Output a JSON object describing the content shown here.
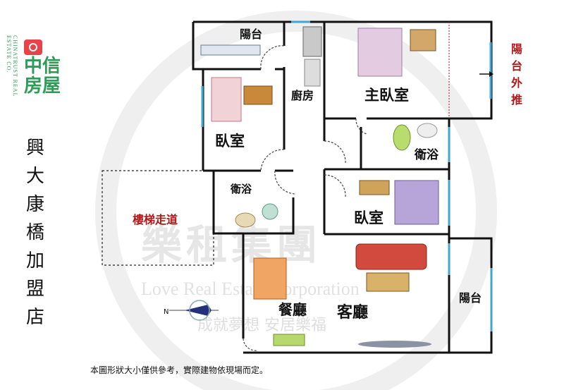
{
  "logo": {
    "vertical_text": "CHINATRUST REAL ESTATE CO.",
    "brand": "中信房屋",
    "brand_color": "#2e9b58",
    "mark_color": "#e8424a"
  },
  "store_name": "興大康橋加盟店",
  "rooms": {
    "balcony_top": "陽台",
    "kitchen": "廚房",
    "master_bedroom": "主臥室",
    "balcony_push_out": "陽台外推",
    "bedroom_left": "臥室",
    "bathroom_right": "衛浴",
    "bathroom_center": "衛浴",
    "stair_corridor": "樓梯走道",
    "bedroom_right": "臥室",
    "dining_room": "餐廳",
    "living_room": "客廳",
    "balcony_right": "陽台"
  },
  "compass": {
    "north_label": "N"
  },
  "watermark": {
    "brand": "樂租集團",
    "english": "Love Real Estate Corporation",
    "slogan": "成就夢想 安居樂福"
  },
  "footer_note": "本圖形狀大小僅供參考，實際建物依現場而定。",
  "colors": {
    "wall": "#111111",
    "window": "#3fa6d8",
    "accent_red": "#b01818"
  }
}
